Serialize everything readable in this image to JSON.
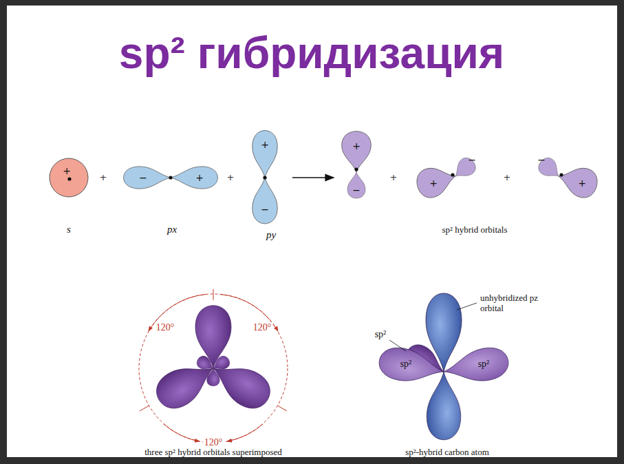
{
  "diagram": {
    "title": "sp² гибридизация",
    "labels": [
      "+",
      "+",
      "−",
      "+",
      "+",
      "+",
      "−",
      "+",
      "−",
      "+",
      "−",
      "+",
      "+",
      "−",
      "+",
      "s",
      "px",
      "py",
      "sp² hybrid orbitals",
      "120°",
      "120°",
      "120°",
      "three sp² hybrid orbitals superimposed",
      "unhybridized pz orbital",
      "sp²",
      "sp²",
      "sp²",
      "sp²-hybrid carbon atom"
    ]
  }
}
